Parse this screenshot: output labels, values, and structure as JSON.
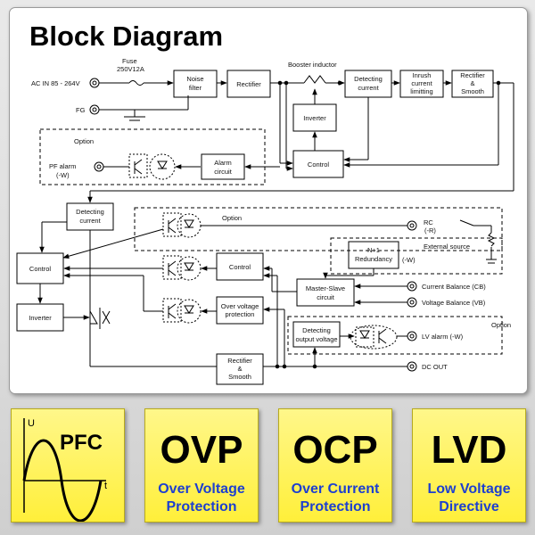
{
  "title": "Block Diagram",
  "blocks": {
    "noise_filter": [
      "Noise",
      "filter"
    ],
    "rectifier": "Rectifier",
    "detecting_current_top": [
      "Detecting",
      "current"
    ],
    "inrush": [
      "Inrush",
      "current",
      "limitting"
    ],
    "rectifier_smooth_top": [
      "Rectifier",
      "&",
      "Smooth"
    ],
    "inverter_top": "Inverter",
    "control_top": "Control",
    "alarm": [
      "Alarm",
      "circuit"
    ],
    "detecting_current_left": [
      "Detecting",
      "current"
    ],
    "control_left": "Control",
    "inverter_left": "Inverter",
    "control_mid": "Control",
    "ovp_circuit": [
      "Over voltage",
      "protection"
    ],
    "rectifier_smooth_bottom": [
      "Rectifier",
      "&",
      "Smooth"
    ],
    "master_slave": [
      "Master-Slave",
      "circuit"
    ],
    "redundancy": [
      "N+1",
      "Redundancy"
    ],
    "detecting_output": [
      "Detecting",
      "output voltage"
    ]
  },
  "labels": {
    "ac_in": "AC IN 85 - 264V",
    "fg": "FG",
    "fuse": [
      "Fuse",
      "250V12A"
    ],
    "booster_inductor": "Booster inductor",
    "option_pf": "Option",
    "pf_alarm": [
      "PF alarm",
      "(-W)"
    ],
    "option_rc": "Option",
    "rc": [
      "RC",
      "(-R)"
    ],
    "external_source": "External source",
    "w_suffix": "(-W)",
    "current_balance": "Current Balance  (CB)",
    "voltage_balance": "Voltage Balance  (VB)",
    "option_lv": "Option",
    "lv_alarm": "LV alarm  (-W)",
    "dc_out": "DC OUT"
  },
  "cards": {
    "pfc": {
      "label": "PFC",
      "axis_u": "U",
      "axis_t": "t"
    },
    "ovp": {
      "big": "OVP",
      "sub": [
        "Over Voltage",
        "Protection"
      ]
    },
    "ocp": {
      "big": "OCP",
      "sub": [
        "Over Current",
        "Protection"
      ]
    },
    "lvd": {
      "big": "LVD",
      "sub": [
        "Low Voltage",
        "Directive"
      ]
    }
  }
}
